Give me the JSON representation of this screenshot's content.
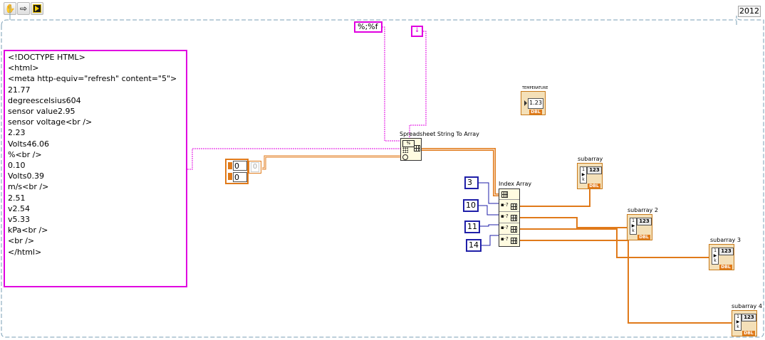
{
  "toolbar": {
    "operate_tool": "hand-icon",
    "run_tool": "arrow-right-icon",
    "labview_tool": "labview-icon"
  },
  "version_label": "2012",
  "html_constant": {
    "lines": [
      "<!DOCTYPE HTML>",
      "<html>",
      "<meta http-equiv=\"refresh\" content=\"5\">",
      "21.77",
      "degreescelsius604",
      "sensor value2.95",
      "sensor voltage<br />",
      "2.23",
      "Volts46.06",
      "%<br />",
      "0.10",
      "Volts0.39",
      "m/s<br />",
      "2.51",
      "v2.54",
      "v5.33",
      "kPa<br />",
      "<br />",
      "</html>"
    ]
  },
  "format_constant": "%;%f",
  "delimiter_constant": "\\n",
  "array_control": {
    "index_values": [
      "0",
      "0"
    ],
    "element": "0"
  },
  "nodes": {
    "spreadsheet": {
      "label": "Spreadsheet String To Array"
    },
    "index_array": {
      "label": "Index Array"
    }
  },
  "index_constants": [
    "3",
    "10",
    "11",
    "14"
  ],
  "indicators": {
    "temperature": {
      "label": "TEMPERATURE",
      "value": "1.23",
      "type": "DBL"
    },
    "subarray": {
      "label": "subarray",
      "value": "123",
      "type": "DBL"
    },
    "subarray2": {
      "label": "subarray 2",
      "value": "123",
      "type": "DBL"
    },
    "subarray3": {
      "label": "subarray 3",
      "value": "123",
      "type": "DBL"
    },
    "subarray4": {
      "label": "subarray 4",
      "value": "123",
      "type": "DBL"
    }
  },
  "colors": {
    "string_wire": "#e000e0",
    "dbl_wire": "#e07a1a",
    "int_const": "#1f1fa8",
    "node_fill": "#fffbe0"
  }
}
